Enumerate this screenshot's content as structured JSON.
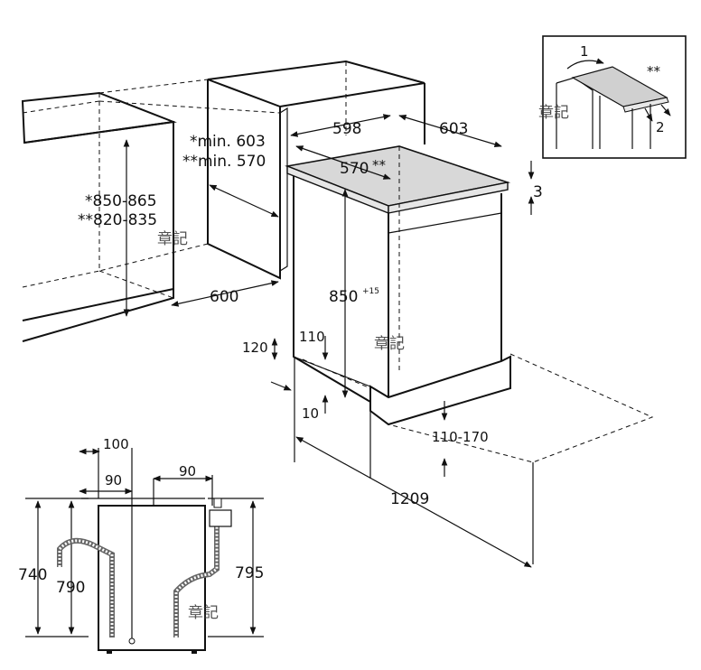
{
  "labels": {
    "w598": "598",
    "w603": "603",
    "d570": "570",
    "d570_mark": "**",
    "min603": "*min. 603",
    "min570": "**min. 570",
    "h850_865": "*850-865",
    "h820_835": "**820-835",
    "w600": "600",
    "h850": "850",
    "h850_sup": "+15",
    "top3": "3",
    "l120": "120",
    "l110": "110",
    "l10": "10",
    "r110_170": "110-170",
    "l1209": "1209",
    "b100": "100",
    "b90a": "90",
    "b90b": "90",
    "s740": "740",
    "s790": "790",
    "s795": "795",
    "inset_1": "1",
    "inset_2": "2",
    "inset_mark": "**"
  },
  "watermarks": [
    "章記",
    "章記",
    "章記",
    "章記"
  ],
  "colors": {
    "line": "#111111",
    "top_fill": "#d8d8d8"
  },
  "icons": [
    "hose-icon",
    "connector-icon",
    "curved-arrow-icon"
  ]
}
